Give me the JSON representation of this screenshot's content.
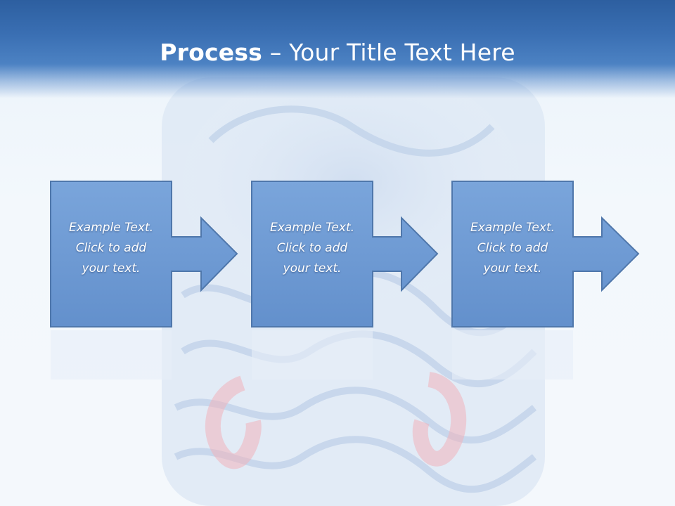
{
  "title": {
    "strong": "Process",
    "rest": " – Your Title Text Here"
  },
  "steps": [
    {
      "line1": "Example Text.",
      "line2": "Click  to add",
      "line3": "your text."
    },
    {
      "line1": "Example Text.",
      "line2": "Click  to add",
      "line3": "your text."
    },
    {
      "line1": "Example Text.",
      "line2": "Click  to add",
      "line3": "your text."
    }
  ],
  "colors": {
    "header": "#3a6fb3",
    "box_fill": "#6c9ad4",
    "box_stroke": "#4f77ab",
    "text": "#ffffff"
  }
}
